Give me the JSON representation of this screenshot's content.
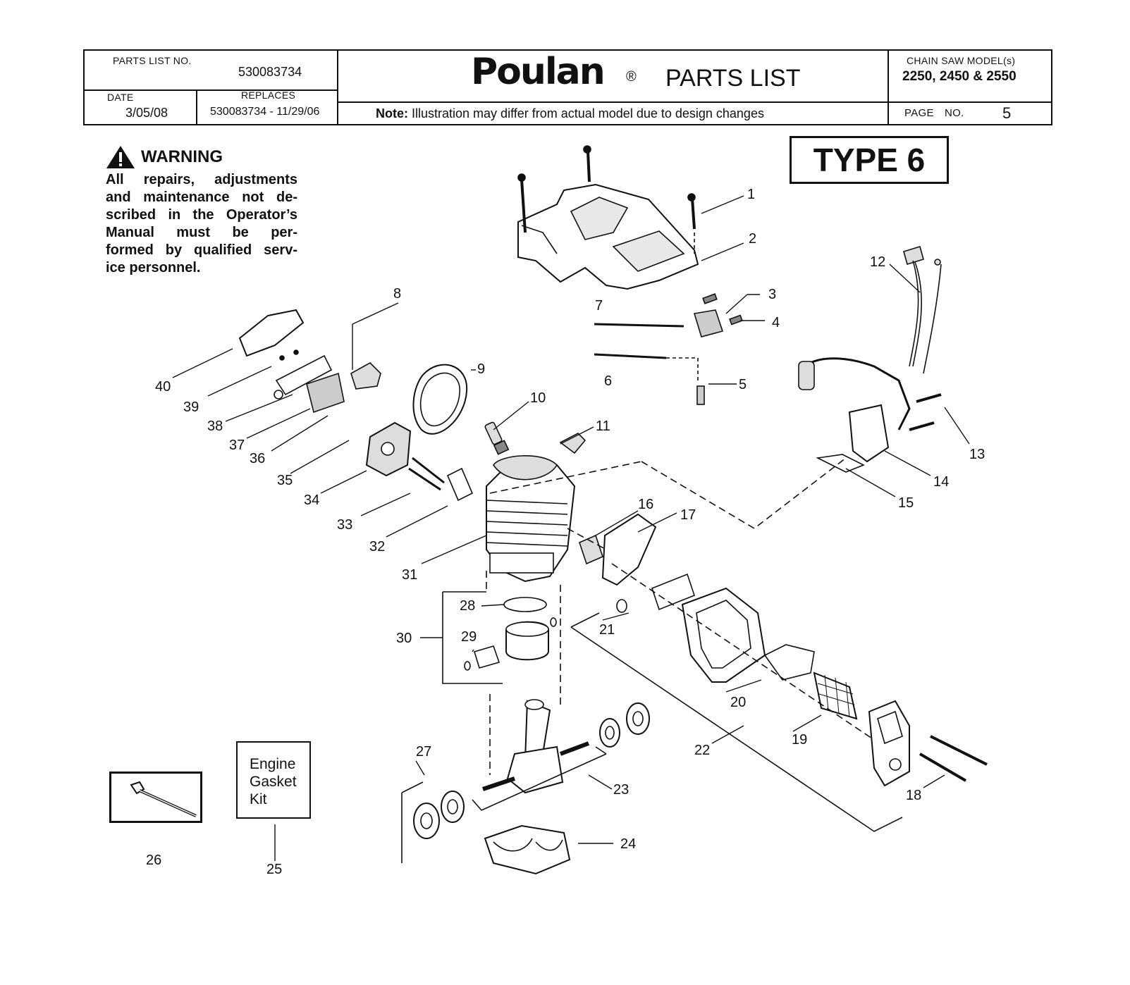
{
  "header": {
    "parts_list_no_label": "PARTS LIST NO.",
    "parts_list_no": "530083734",
    "date_label": "DATE",
    "date": "3/05/08",
    "replaces_label": "REPLACES",
    "replaces": "530083734 - 11/29/06",
    "brand": "Poulan",
    "registered": "®",
    "title": "PARTS LIST",
    "note_label": "Note:",
    "note_text": "Illustration may differ from actual model due to design changes",
    "model_label": "CHAIN SAW MODEL(s)",
    "models": "2250, 2450 & 2550",
    "page_label": "PAGE",
    "page_no_label": "NO.",
    "page_no": "5"
  },
  "type_label": "TYPE 6",
  "warning": {
    "heading": "WARNING",
    "icon": "warning-triangle-icon",
    "lines": [
      "All repairs, adjustments",
      "and maintenance not de-",
      "scribed in the Operator’s",
      "Manual must be per-",
      "formed by qualified serv-",
      "ice personnel."
    ]
  },
  "kit_box": {
    "lines": [
      "Engine",
      "Gasket",
      "Kit"
    ]
  },
  "callouts": [
    "1",
    "2",
    "3",
    "4",
    "5",
    "6",
    "7",
    "8",
    "9",
    "10",
    "11",
    "12",
    "13",
    "14",
    "15",
    "16",
    "17",
    "18",
    "19",
    "20",
    "21",
    "22",
    "23",
    "24",
    "25",
    "26",
    "27",
    "28",
    "29",
    "30",
    "31",
    "32",
    "33",
    "34",
    "35",
    "36",
    "37",
    "38",
    "39",
    "40"
  ],
  "parts": {
    "top_cover": "top-cover",
    "cover_screws": "cover-screws",
    "spark_plug": "spark-plug",
    "cylinder": "cylinder",
    "piston": "piston",
    "piston_ring": "piston-ring",
    "wrist_pin": "wrist-pin",
    "crankshaft": "crankshaft",
    "bearings": "bearings",
    "crankcase_half": "crankcase-half",
    "muffler": "muffler",
    "muffler_screen": "muffler-screen",
    "muffler_cover": "muffler-cover",
    "heat_shield": "heat-shield",
    "ignition_module": "ignition-module",
    "wire_harness": "wire-harness",
    "carburetor": "carburetor",
    "intake_boot": "intake-boot",
    "air_filter": "air-filter",
    "tool": "scrench-tool"
  }
}
